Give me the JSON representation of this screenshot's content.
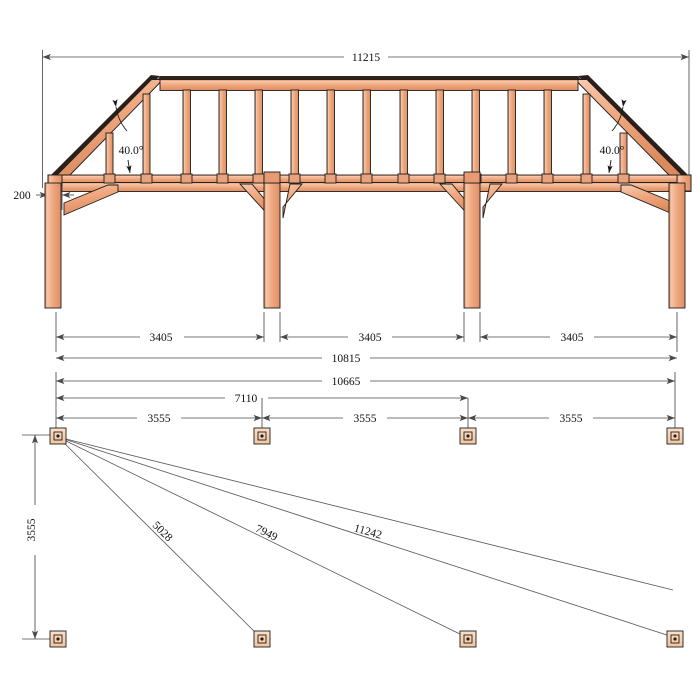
{
  "drawing": {
    "title": "Timber carport frame elevation and base-plate setting-out plan",
    "units_note": "",
    "colors": {
      "timber_light": "#f2b492",
      "timber_mid": "#e79a73",
      "timber_dark": "#d0815c",
      "timber_shade": "#3b2a20",
      "outline": "#1d1d1d",
      "dimension": "#4a4a4a",
      "text": "#111111",
      "background": "#ffffff",
      "pad_fill": "#f7d3b4"
    }
  },
  "elevation": {
    "name": "front-elevation",
    "overall_width_label": "11215",
    "eave_offset_label": "200",
    "roof_pitch_left_label": "40.0°",
    "roof_pitch_right_label": "40.0°",
    "bay_labels": [
      "3405",
      "3405",
      "3405"
    ],
    "post_centres_overall_label": "10815",
    "post_count": 4,
    "truss_stud_count": 12
  },
  "plan": {
    "name": "base-plate-setting-out",
    "overall_label": "10665",
    "half_span_label": "7110",
    "spacing_labels": [
      "3555",
      "3555",
      "3555"
    ],
    "depth_label": "3555",
    "diagonal_labels": [
      "5028",
      "7949",
      "11242"
    ],
    "plate_rows": 2,
    "plates_per_row": 4
  },
  "dimensions_list": [
    {
      "id": "overall-roof-width",
      "value": "11215"
    },
    {
      "id": "eave-overhang",
      "value": "200"
    },
    {
      "id": "roof-pitch-left",
      "value": "40.0°"
    },
    {
      "id": "roof-pitch-right",
      "value": "40.0°"
    },
    {
      "id": "bay-1",
      "value": "3405"
    },
    {
      "id": "bay-2",
      "value": "3405"
    },
    {
      "id": "bay-3",
      "value": "3405"
    },
    {
      "id": "post-run-overall",
      "value": "10815"
    },
    {
      "id": "plan-overall",
      "value": "10665"
    },
    {
      "id": "plan-half",
      "value": "7110"
    },
    {
      "id": "plan-spacing-1",
      "value": "3555"
    },
    {
      "id": "plan-spacing-2",
      "value": "3555"
    },
    {
      "id": "plan-spacing-3",
      "value": "3555"
    },
    {
      "id": "plan-depth",
      "value": "3555"
    },
    {
      "id": "diagonal-1",
      "value": "5028"
    },
    {
      "id": "diagonal-2",
      "value": "7949"
    },
    {
      "id": "diagonal-3",
      "value": "11242"
    }
  ]
}
